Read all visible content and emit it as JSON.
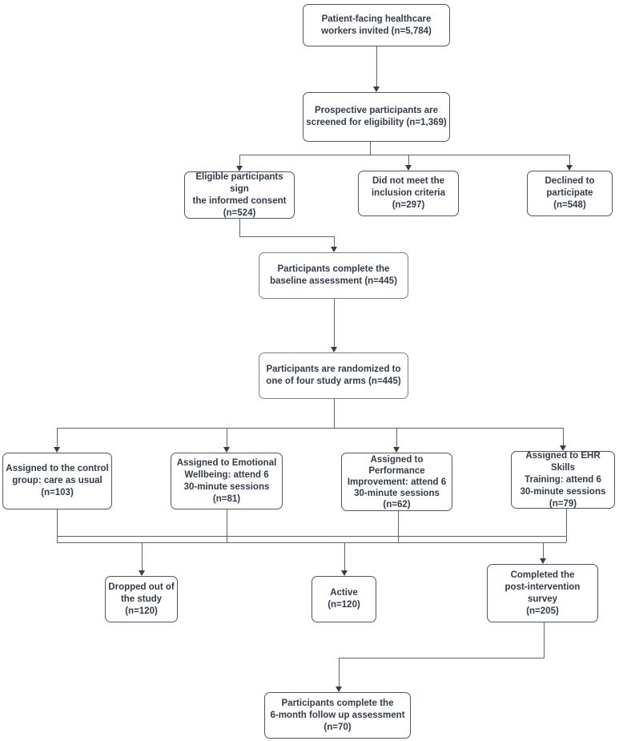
{
  "diagram": {
    "type": "flowchart",
    "nodes": {
      "invited": {
        "lines": [
          "Patient-facing healthcare",
          "workers invited (n=5,784)"
        ],
        "n": 5784
      },
      "screened": {
        "lines": [
          "Prospective participants are",
          "screened  for eligibility (n=1,369)"
        ],
        "n": 1369
      },
      "eligible": {
        "lines": [
          "Eligible participants sign",
          "the informed consent",
          "(n=524)"
        ],
        "n": 524
      },
      "notmeet": {
        "lines": [
          "Did not meet the",
          "inclusion criteria",
          "(n=297)"
        ],
        "n": 297
      },
      "declined": {
        "lines": [
          "Declined to",
          "participate",
          "(n=548)"
        ],
        "n": 548
      },
      "baseline": {
        "lines": [
          "Participants complete the",
          "baseline assessment (n=445)"
        ],
        "n": 445
      },
      "randomized": {
        "lines": [
          "Participants are randomized to",
          "one of four study arms (n=445)"
        ],
        "n": 445
      },
      "control": {
        "lines": [
          "Assigned to the control",
          "group: care as usual",
          "(n=103)"
        ],
        "n": 103
      },
      "emotional": {
        "lines": [
          "Assigned to Emotional",
          "Wellbeing: attend 6",
          "30-minute sessions",
          "(n=81)"
        ],
        "n": 81
      },
      "performance": {
        "lines": [
          "Assigned to",
          "Performance",
          "Improvement: attend 6",
          "30-minute sessions",
          "(n=62)"
        ],
        "n": 62
      },
      "ehr": {
        "lines": [
          "Assigned to EHR Skills",
          "Training: attend 6",
          "30-minute sessions",
          "(n=79)"
        ],
        "n": 79
      },
      "dropped": {
        "lines": [
          "Dropped out of",
          "the study",
          "(n=120)"
        ],
        "n": 120
      },
      "active": {
        "lines": [
          "Active",
          "(n=120)"
        ],
        "n": 120
      },
      "completed": {
        "lines": [
          "Completed the",
          "post-intervention survey",
          "(n=205)"
        ],
        "n": 205
      },
      "followup": {
        "lines": [
          "Participants complete the",
          "6-month follow up assessment",
          "(n=70)"
        ],
        "n": 70
      }
    },
    "edges": [
      {
        "from": "invited",
        "to": "screened"
      },
      {
        "from": "screened",
        "to": "eligible"
      },
      {
        "from": "screened",
        "to": "notmeet"
      },
      {
        "from": "screened",
        "to": "declined"
      },
      {
        "from": "eligible",
        "to": "baseline"
      },
      {
        "from": "baseline",
        "to": "randomized"
      },
      {
        "from": "randomized",
        "to": "control"
      },
      {
        "from": "randomized",
        "to": "emotional"
      },
      {
        "from": "randomized",
        "to": "performance"
      },
      {
        "from": "randomized",
        "to": "ehr"
      },
      {
        "from": "arms-merge-rail",
        "to": "dropped"
      },
      {
        "from": "arms-merge-rail",
        "to": "active"
      },
      {
        "from": "arms-merge-rail",
        "to": "completed"
      },
      {
        "from": "completed",
        "to": "followup"
      }
    ],
    "colors": {
      "box_border": "#4f5763",
      "box_fill": "#ffffff",
      "text": "#333b49",
      "line": "#5d6570",
      "arrow": "#373e49"
    }
  }
}
